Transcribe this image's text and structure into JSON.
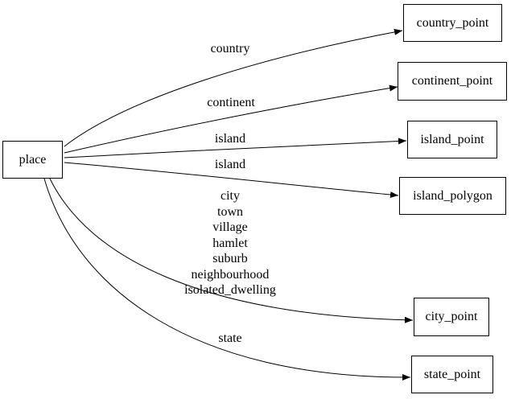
{
  "diagram": {
    "background_color": "#ffffff",
    "stroke_color": "#000000",
    "nodes": [
      {
        "id": "place",
        "label": "place"
      },
      {
        "id": "country_point",
        "label": "country_point"
      },
      {
        "id": "continent_point",
        "label": "continent_point"
      },
      {
        "id": "island_point",
        "label": "island_point"
      },
      {
        "id": "island_polygon",
        "label": "island_polygon"
      },
      {
        "id": "city_point",
        "label": "city_point"
      },
      {
        "id": "state_point",
        "label": "state_point"
      }
    ],
    "edges": [
      {
        "from": "place",
        "to": "country_point",
        "label": "country"
      },
      {
        "from": "place",
        "to": "continent_point",
        "label": "continent"
      },
      {
        "from": "place",
        "to": "island_point",
        "label": "island"
      },
      {
        "from": "place",
        "to": "island_polygon",
        "label": "island"
      },
      {
        "from": "place",
        "to": "city_point",
        "label_lines": [
          "city",
          "town",
          "village",
          "hamlet",
          "suburb",
          "neighbourhood",
          "isolated_dwelling"
        ]
      },
      {
        "from": "place",
        "to": "state_point",
        "label": "state"
      }
    ]
  }
}
